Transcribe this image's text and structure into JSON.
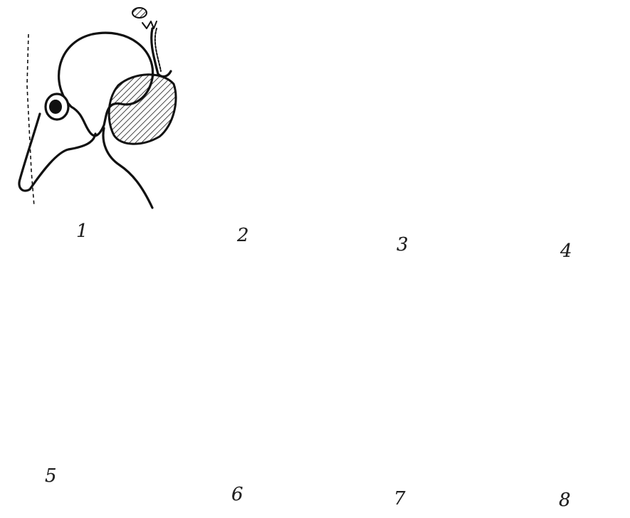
{
  "figure": {
    "panels": [
      {
        "id": 1,
        "label": "1"
      },
      {
        "id": 2,
        "label": "2"
      },
      {
        "id": 3,
        "label": "3"
      },
      {
        "id": 4,
        "label": "4"
      },
      {
        "id": 5,
        "label": "5"
      },
      {
        "id": 6,
        "label": "6"
      },
      {
        "id": 7,
        "label": "7"
      },
      {
        "id": 8,
        "label": "8"
      }
    ]
  },
  "colors": {
    "ink": "#111111",
    "background": "#ffffff"
  }
}
